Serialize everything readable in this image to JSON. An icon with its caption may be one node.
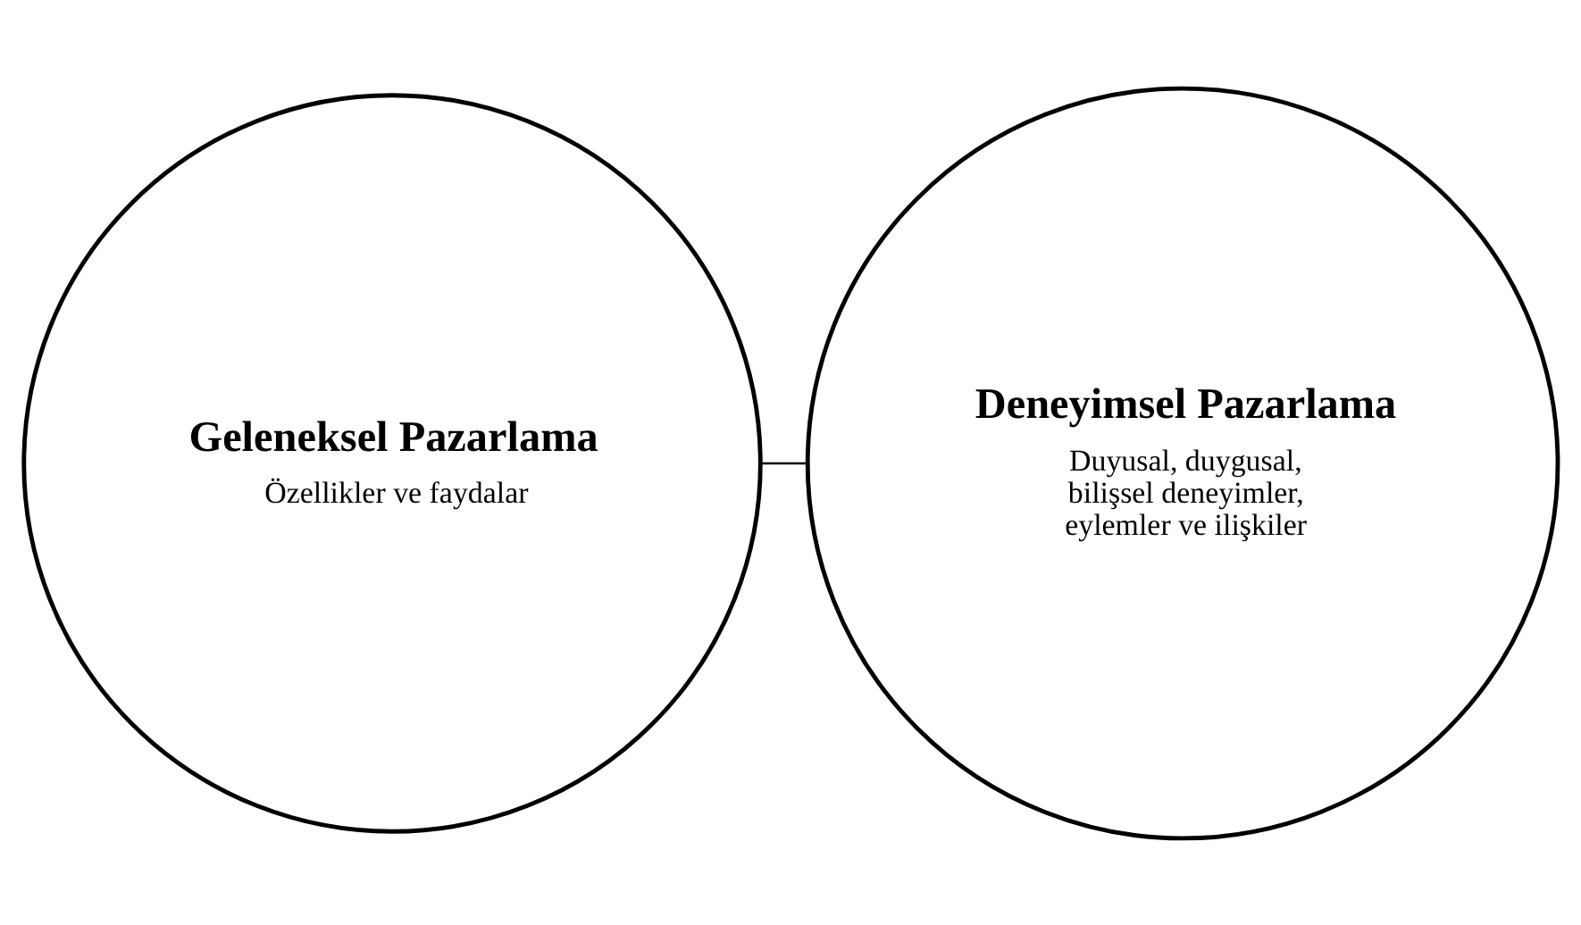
{
  "diagram": {
    "nodes": [
      {
        "text": [
          "Geleneksel Pazarlama",
          "Özellikler ve faydalar"
        ]
      },
      {
        "text": [
          "Deneyimsel Pazarlama",
          "Duyusal, duygusal, bilişsel deneyimler, eylemler ve ilişkiler"
        ]
      }
    ],
    "edges": [
      {
        "from": 0,
        "to": 1,
        "arrow": "none"
      }
    ]
  }
}
